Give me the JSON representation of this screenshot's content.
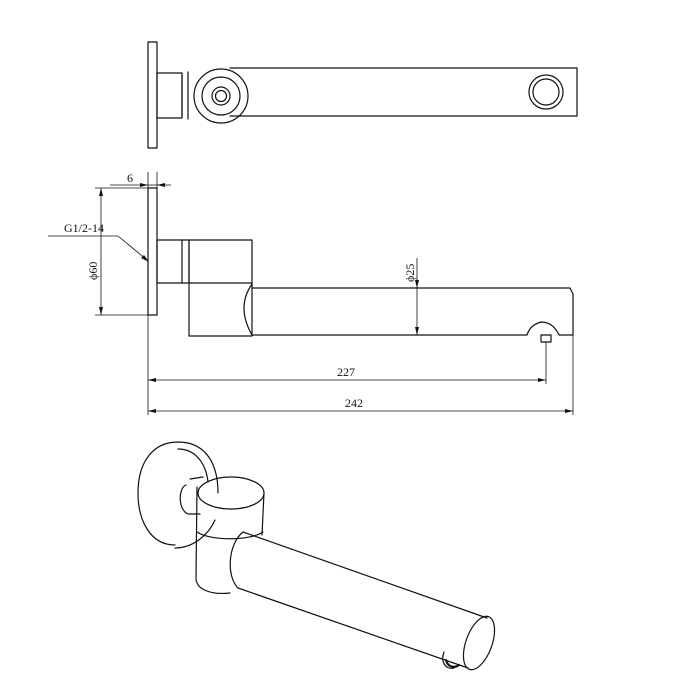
{
  "dimensions": {
    "flange_thickness": "6",
    "thread": "G1/2-14",
    "flange_diameter": "ϕ60",
    "spout_diameter": "ϕ25",
    "outlet_length": "227",
    "overall_length": "242"
  }
}
